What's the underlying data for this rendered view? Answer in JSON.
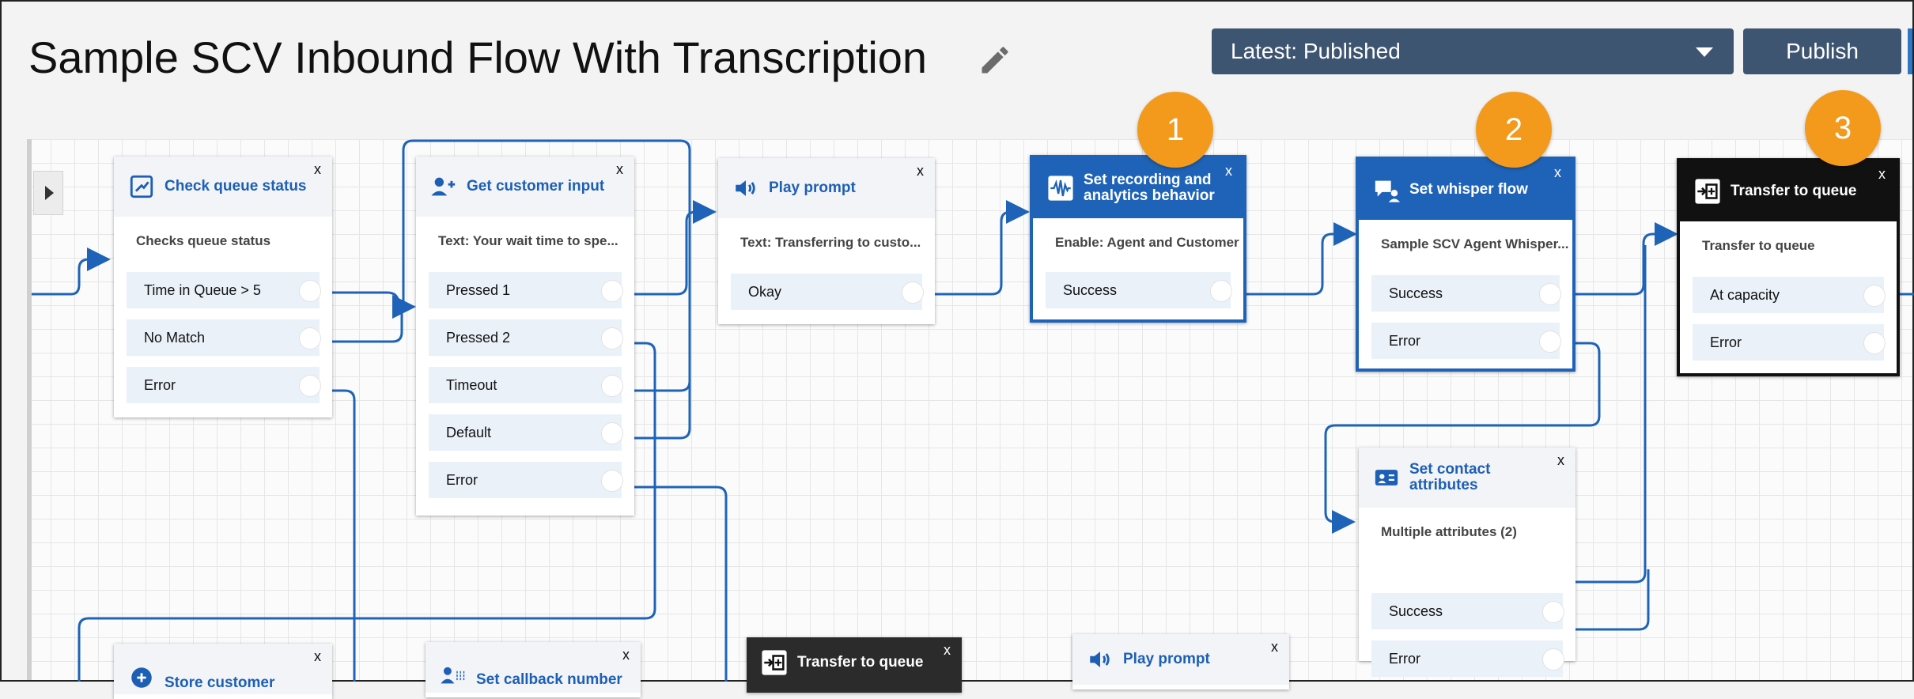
{
  "header": {
    "title": "Sample SCV Inbound Flow With Transcription",
    "version_label": "Latest: Published",
    "publish_label": "Publish"
  },
  "colors": {
    "accent": "#1f63b8",
    "badge": "#f39a1d",
    "header_button": "#3e5572"
  },
  "blocks": {
    "check_queue": {
      "title": "Check queue status",
      "icon": "queue-status-icon",
      "desc": "Checks queue status",
      "branches": [
        "Time in Queue > 5",
        "No Match",
        "Error"
      ]
    },
    "get_input": {
      "title": "Get customer input",
      "icon": "customer-input-icon",
      "desc": "Text: Your wait time to spe...",
      "branches": [
        "Pressed 1",
        "Pressed 2",
        "Timeout",
        "Default",
        "Error"
      ]
    },
    "play_prompt": {
      "title": "Play prompt",
      "icon": "speaker-icon",
      "desc": "Text: Transferring to custo...",
      "branches": [
        "Okay"
      ]
    },
    "set_recording": {
      "title": "Set recording and analytics behavior",
      "title_line1": "Set recording and",
      "title_line2": "analytics behavior",
      "icon": "waveform-icon",
      "desc": "Enable: Agent and Customer",
      "branches": [
        "Success"
      ],
      "badge": "1"
    },
    "set_whisper": {
      "title": "Set whisper flow",
      "icon": "whisper-icon",
      "desc": "Sample SCV Agent Whisper...",
      "branches": [
        "Success",
        "Error"
      ],
      "badge": "2"
    },
    "transfer_queue": {
      "title": "Transfer to queue",
      "icon": "transfer-icon",
      "desc": "Transfer to queue",
      "branches": [
        "At capacity",
        "Error"
      ],
      "badge": "3"
    },
    "set_attributes": {
      "title_line1": "Set contact",
      "title_line2": "attributes",
      "icon": "attributes-icon",
      "desc": "Multiple attributes (2)",
      "branches": [
        "Success",
        "Error"
      ]
    },
    "store_customer": {
      "title": "Store customer",
      "icon": "store-customer-icon"
    },
    "set_callback": {
      "title": "Set callback number",
      "icon": "callback-number-icon"
    },
    "transfer_queue_2": {
      "title": "Transfer to queue",
      "icon": "transfer-icon"
    },
    "play_prompt_2": {
      "title": "Play prompt",
      "icon": "speaker-icon"
    }
  },
  "close_glyph": "x"
}
